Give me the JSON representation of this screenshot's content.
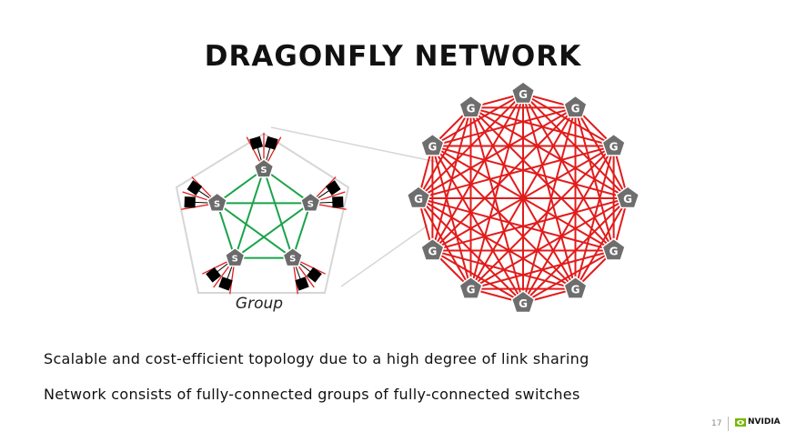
{
  "slide": {
    "title": "DRAGONFLY NETWORK",
    "group_label": "Group",
    "bullets": [
      "Scalable and cost-efficient topology due to a high degree of link sharing",
      "Network consists of fully-connected groups of fully-connected switches"
    ],
    "page_number": "17",
    "logo_text": "NVIDIA"
  },
  "diagram": {
    "switch_label": "S",
    "group_node_label": "G",
    "switch_count": 5,
    "group_count": 12,
    "colors": {
      "intra_group_link": "#1aa34a",
      "global_link": "#e21b1b",
      "switch_fill": "#6b6b6b",
      "node_fill": "#6e6e6e",
      "endpoint_fill": "#000000",
      "logo_green": "#76b900"
    }
  }
}
